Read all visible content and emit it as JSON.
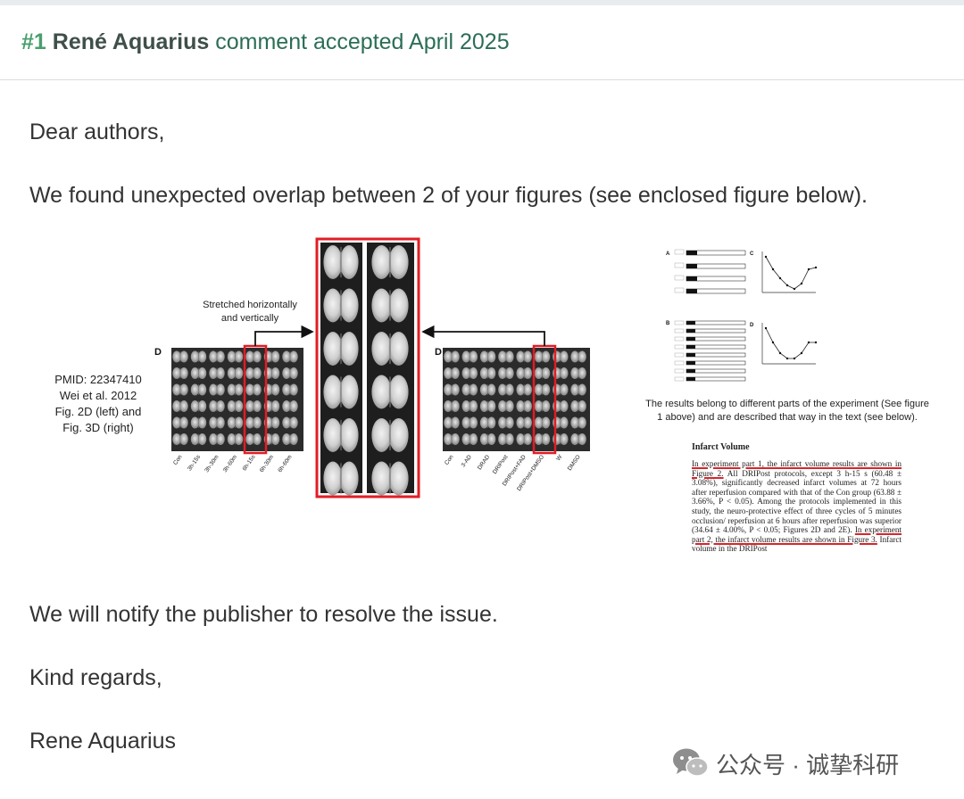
{
  "comment": {
    "number": "#1",
    "author": "René Aquarius",
    "status": "comment accepted April 2025"
  },
  "body": {
    "greeting": "Dear authors,",
    "intro": "We found unexpected overlap between 2 of your figures (see enclosed figure below).",
    "notify": "We will notify the publisher to resolve the issue.",
    "closing": "Kind regards,",
    "signature": "Rene Aquarius"
  },
  "figure": {
    "pmid_lines": [
      "PMID: 22347410",
      "Wei et al. 2012",
      "Fig. 2D (left) and",
      "Fig. 3D (right)"
    ],
    "stretch_lines": [
      "Stretched horizontally",
      "and vertically"
    ],
    "panel_left": "D",
    "panel_right": "D",
    "left_labels": [
      "Con",
      "3h-15s",
      "3h-30m",
      "3h-60m",
      "6h-15s",
      "6h-30m",
      "6h-60m"
    ],
    "right_labels": [
      "Con",
      "3-AD",
      "DRAD",
      "DRIPost",
      "DRIPost+FAD",
      "DRIPost+DMSO",
      "W",
      "DMSO"
    ],
    "chart_panels": [
      "A",
      "C",
      "B",
      "D"
    ],
    "caption": "The results belong to different parts of the experiment (See figure 1 above) and are described that way in the text (see below).",
    "article_heading": "Infarct Volume",
    "article_parts": [
      {
        "t": "In experiment part 1, the infarct volume results are shown in Figure 2.",
        "u": true
      },
      {
        "t": " All DRIPost protocols, except 3 h-15 s (60.48 ± 3.08%), significantly decreased infarct volumes at 72 hours after reperfusion compared with that of the Con group (63.88 ± 3.66%, P < 0.05). Among the protocols implemented in this study, the neuro-protective effect of three cycles of 5 minutes occlusion/ reperfusion at 6 hours after reperfusion was superior (34.64 ± 4.00%, P < 0.05; Figures 2D and 2E). ",
        "u": false
      },
      {
        "t": "In experiment part 2, the infarct volume results are shown in Figure 3.",
        "u": true
      },
      {
        "t": " Infarct volume in the DRIPost",
        "u": false
      }
    ]
  },
  "watermark": {
    "text": "公众号 · 诚挚科研"
  }
}
